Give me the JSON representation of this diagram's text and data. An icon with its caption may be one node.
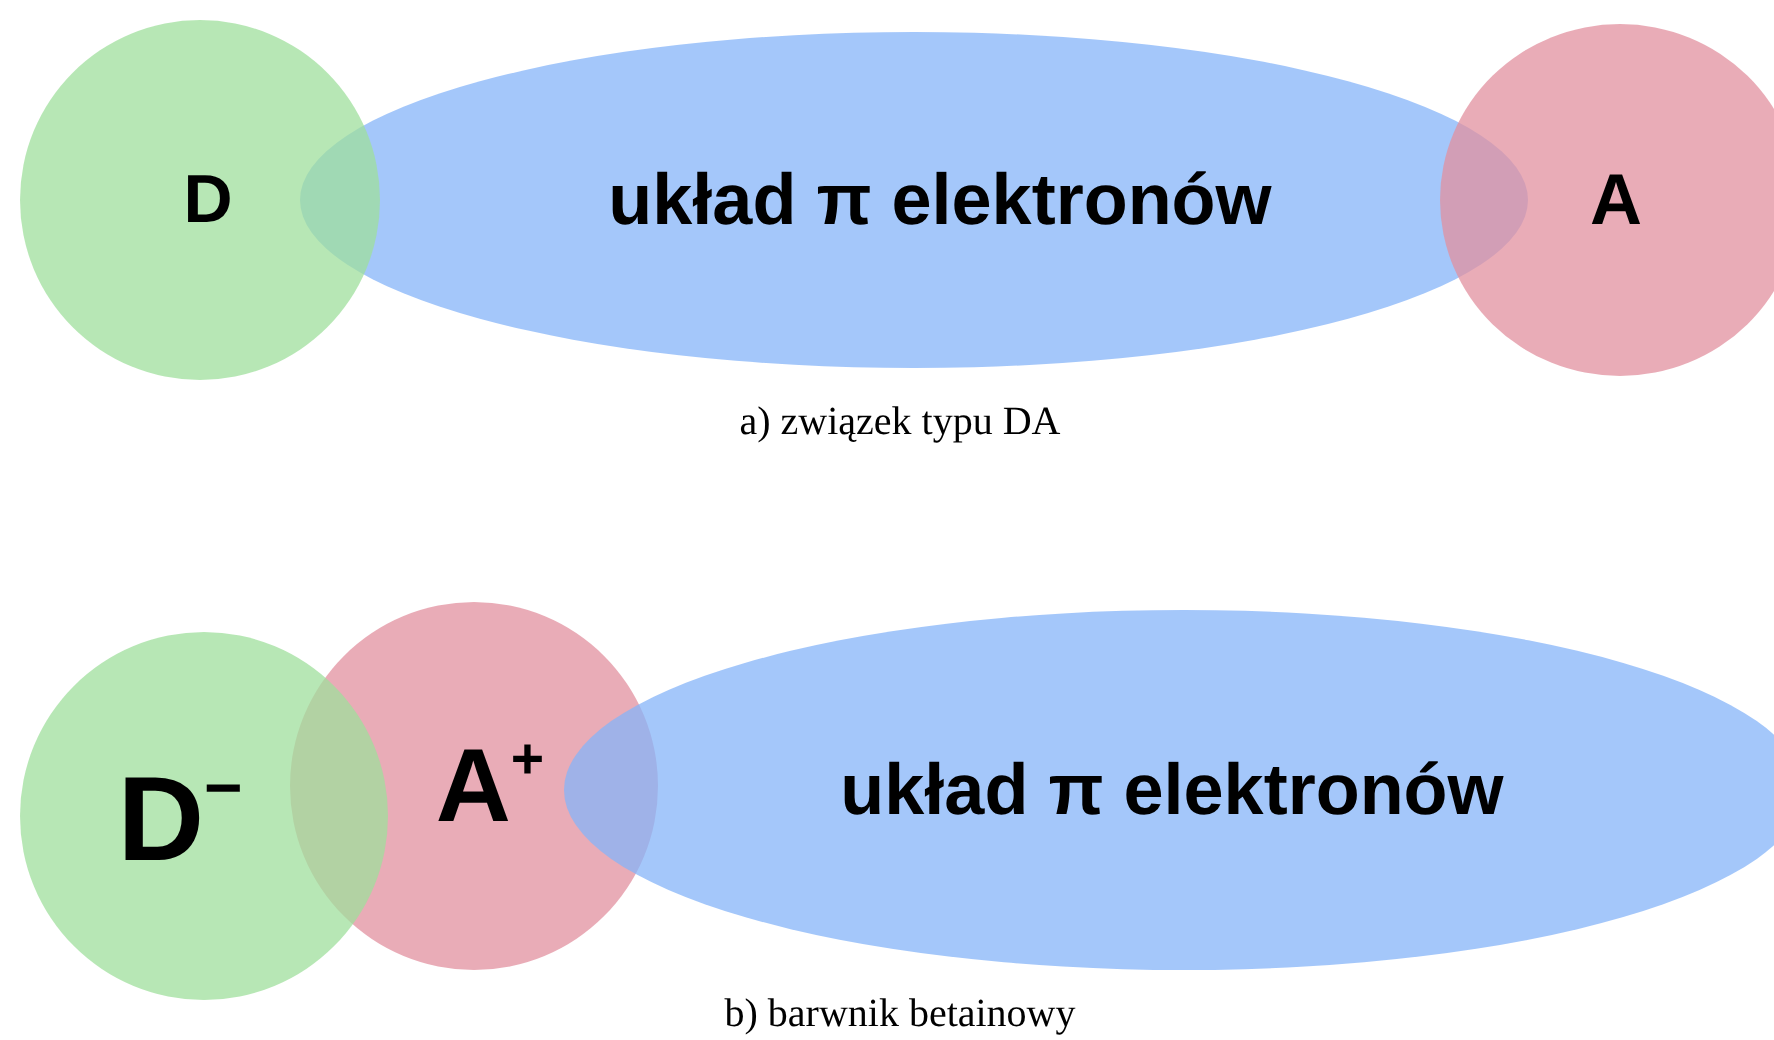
{
  "diagram": {
    "nodes": [
      {
        "text": [
          "D"
        ]
      },
      {
        "text": [
          "układ π elektronów"
        ]
      },
      {
        "text": [
          "A"
        ]
      },
      {
        "text": [
          "D$^{−}$"
        ]
      },
      {
        "text": [
          "A$^{+}$"
        ]
      },
      {
        "text": [
          "układ π elektronów"
        ]
      }
    ],
    "labels": [
      "a) związek typu DA",
      "b) barwnik betainowy"
    ]
  }
}
